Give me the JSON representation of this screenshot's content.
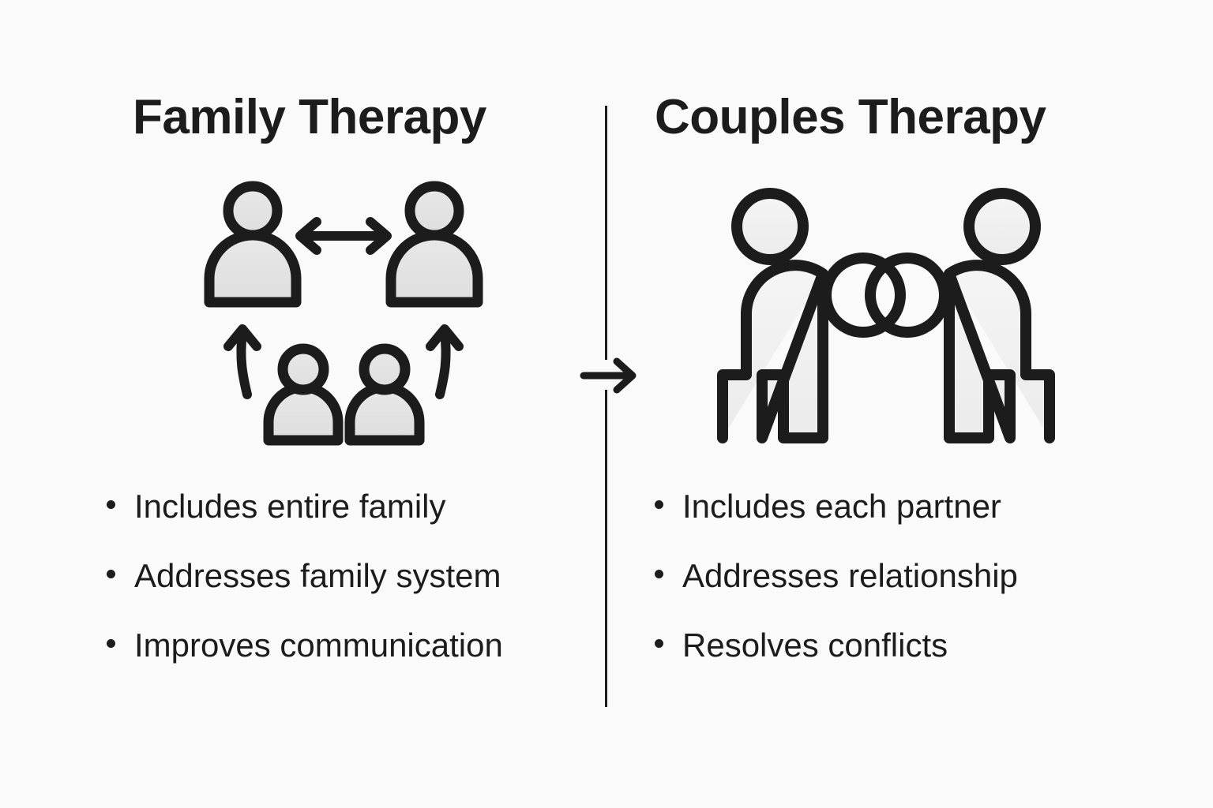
{
  "canvas": {
    "background_color": "#fafafa",
    "ink_color": "#1c1c1c",
    "figure_fill_left": "#e2e2e2",
    "figure_fill_right": "#f0f0f0"
  },
  "left_panel": {
    "title": "Family Therapy",
    "icon": {
      "name": "family-group-icon",
      "description": "two adult figures connected by a double-headed arrow above two child figures with upward curved arrows"
    },
    "bullets": [
      "Includes entire family",
      "Addresses family system",
      "Improves communication"
    ]
  },
  "right_panel": {
    "title": "Couples Therapy",
    "icon": {
      "name": "couple-with-rings-icon",
      "description": "two standing partner figures facing each other with two interlocking rings between them"
    },
    "bullets": [
      "Includes each partner",
      "Addresses relationship",
      "Resolves conflicts"
    ]
  },
  "divider": {
    "name": "vertical-divider",
    "color": "#1c1c1c"
  },
  "center_arrow": {
    "name": "right-arrow-icon",
    "direction": "right",
    "color": "#1c1c1c"
  }
}
